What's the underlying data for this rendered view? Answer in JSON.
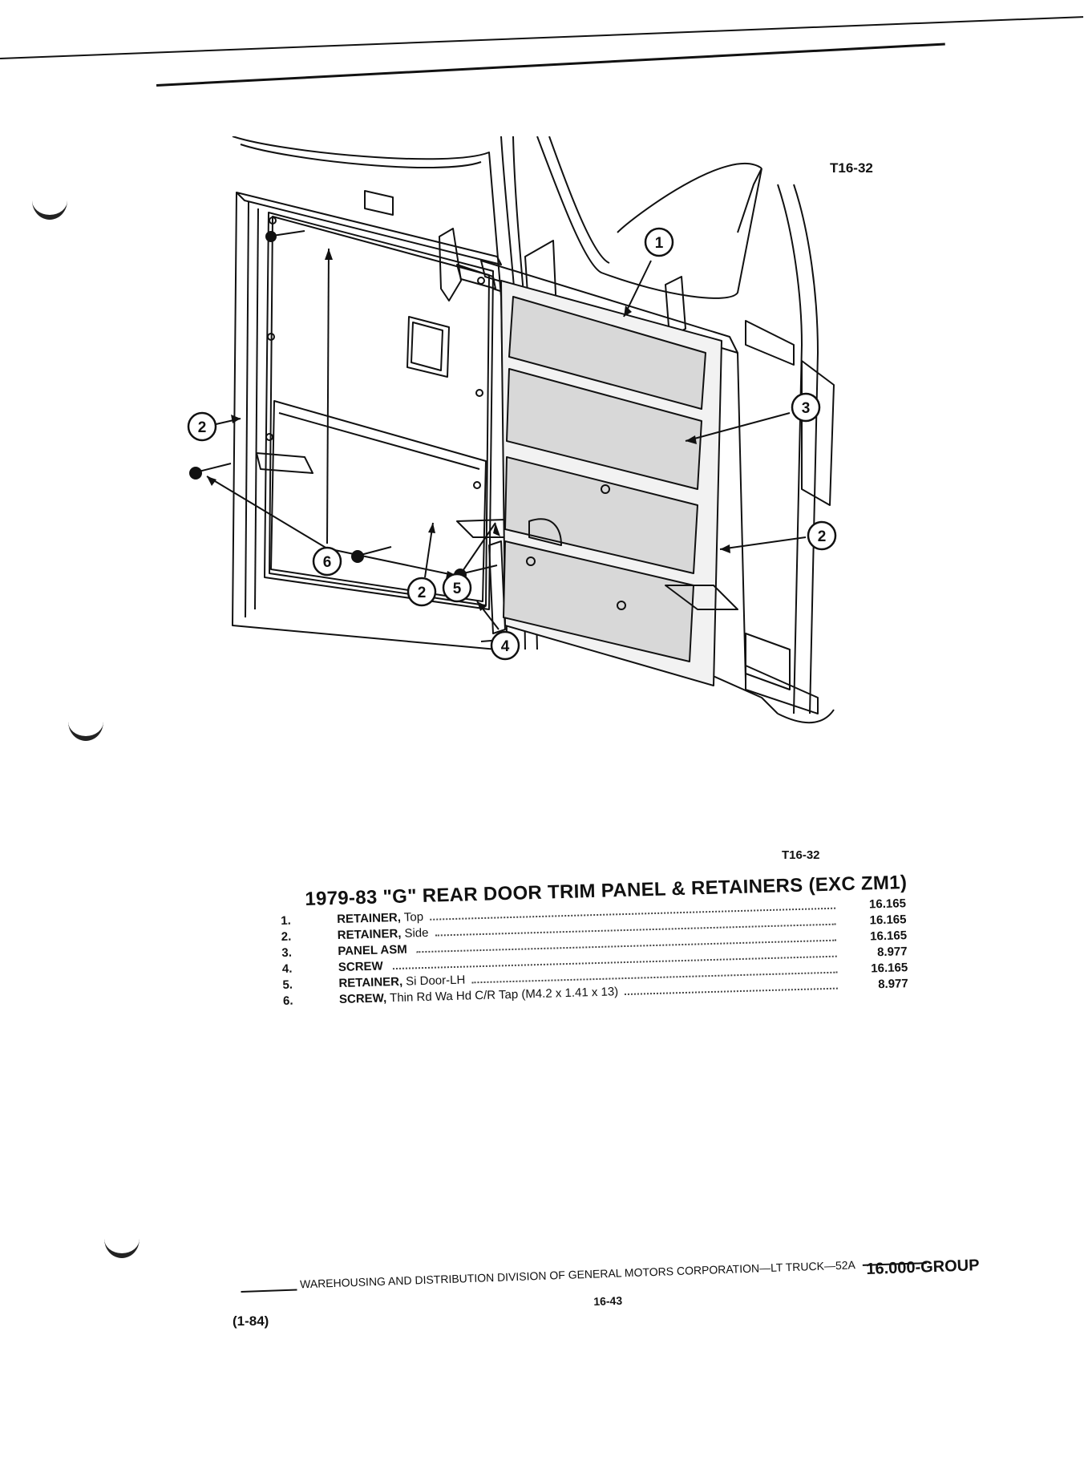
{
  "figure_code_top": "T16-32",
  "figure_code_bottom": "T16-32",
  "heading": "1979-83 \"G\" REAR DOOR TRIM PANEL & RETAINERS (EXC ZM1)",
  "parts": [
    {
      "num": "1.",
      "name": "RETAINER,",
      "desc": "Top",
      "group": "16.165"
    },
    {
      "num": "2.",
      "name": "RETAINER,",
      "desc": "Side",
      "group": "16.165"
    },
    {
      "num": "3.",
      "name": "PANEL ASM",
      "desc": "",
      "group": "16.165"
    },
    {
      "num": "4.",
      "name": "SCREW",
      "desc": "",
      "group": "8.977"
    },
    {
      "num": "5.",
      "name": "RETAINER,",
      "desc": "Si Door-LH",
      "group": "16.165"
    },
    {
      "num": "6.",
      "name": "SCREW,",
      "desc": "Thin Rd Wa Hd C/R Tap (M4.2 x 1.41 x 13)",
      "group": "8.977"
    }
  ],
  "callouts": [
    "1",
    "2",
    "3",
    "4",
    "5",
    "6"
  ],
  "footer": {
    "text": "WAREHOUSING AND DISTRIBUTION  DIVISION OF GENERAL MOTORS CORPORATION—LT TRUCK—52A",
    "group": "16.000-GROUP",
    "page": "16-43",
    "date": "(1-84)"
  }
}
